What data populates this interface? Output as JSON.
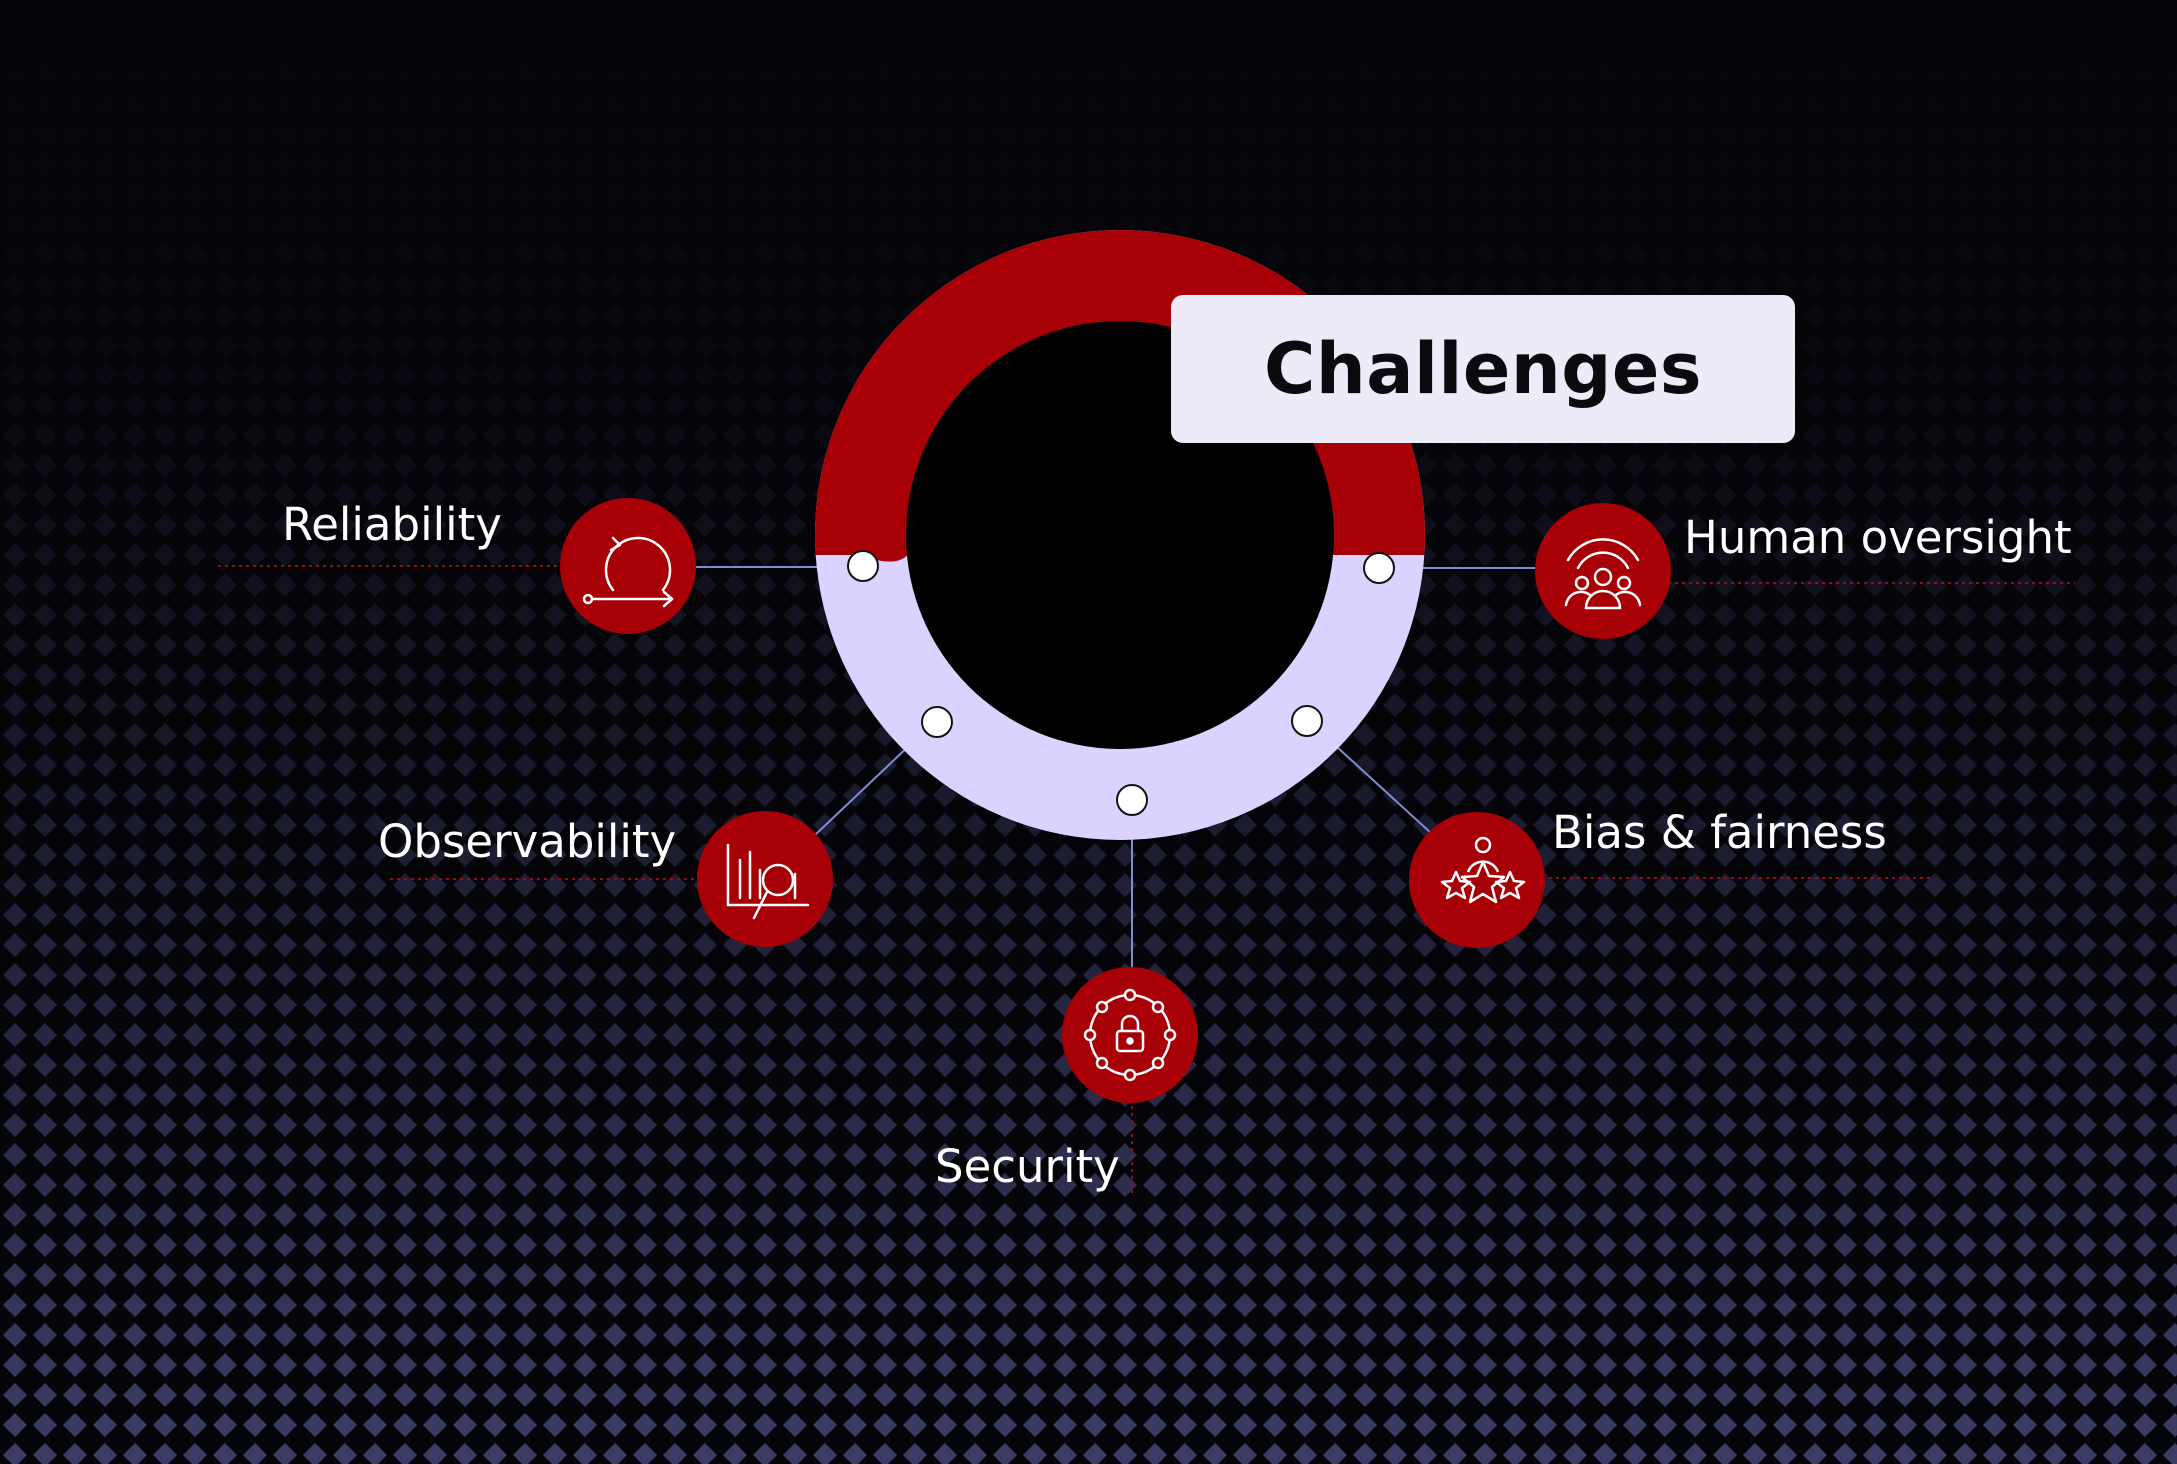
{
  "title": "Challenges",
  "items": [
    {
      "label": "Reliability",
      "icon": "cycle-arrow-icon"
    },
    {
      "label": "Human oversight",
      "icon": "people-group-icon"
    },
    {
      "label": "Observability",
      "icon": "chart-magnifier-icon"
    },
    {
      "label": "Bias & fairness",
      "icon": "person-stars-icon"
    },
    {
      "label": "Security",
      "icon": "lock-network-icon"
    }
  ],
  "colors": {
    "background": "#050409",
    "accent_red": "#a70007",
    "ring_light": "#dcd2ff",
    "pattern": "#3a3a60",
    "connector": "#7d8fd4"
  }
}
